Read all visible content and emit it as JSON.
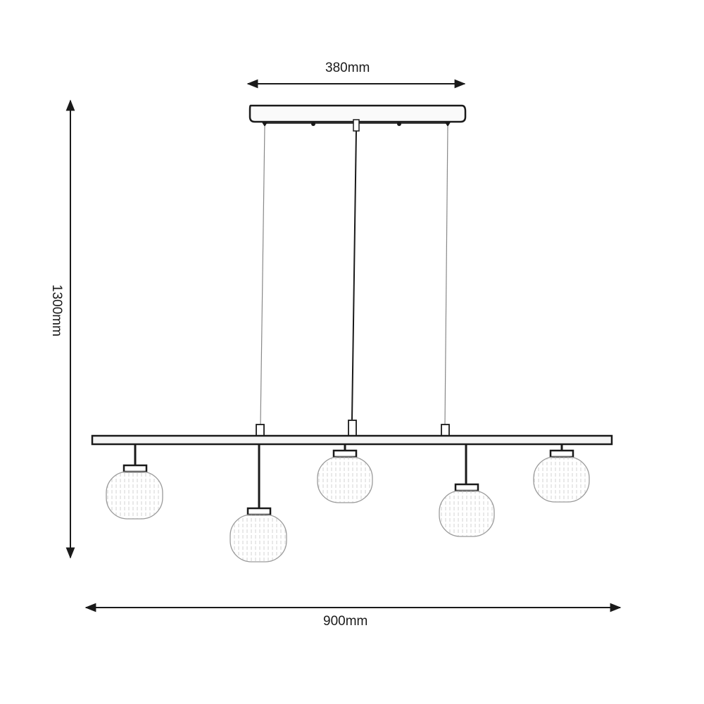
{
  "diagram": {
    "subject": "Linear 5-light pendant with glass globe shades",
    "dimensions": {
      "canopy_width": "380mm",
      "overall_height": "1300mm",
      "overall_width": "900mm"
    },
    "components": {
      "canopy": "ceiling-canopy",
      "suspension": [
        "left-wire",
        "center-cable",
        "right-wire"
      ],
      "bar": "horizontal-bar",
      "shades": [
        "shade-1",
        "shade-2",
        "shade-3",
        "shade-4",
        "shade-5"
      ]
    },
    "colors": {
      "line": "#1a1a1a",
      "shade_outline": "#9a9a9a",
      "background": "#ffffff"
    }
  }
}
